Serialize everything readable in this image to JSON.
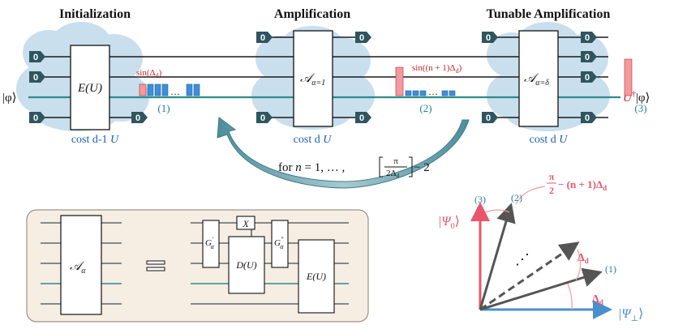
{
  "titles": {
    "init": "Initialization",
    "amp": "Amplification",
    "tunable": "Tunable Amplification"
  },
  "colors": {
    "wire": "#1a1a1a",
    "main_wire": "#2e8a8a",
    "cloud": "#c9dfee",
    "red_text": "#c0282e",
    "teal_text": "#2a7f8f",
    "blue_label": "#1f5fb0",
    "arrow_fill": "#5a9aa8",
    "red_vec": "#e8566a",
    "blue_vec": "#4a8fcf",
    "gray_vec": "#555555",
    "panel_bg": "#f6ede3"
  },
  "circuit": {
    "input_state": "|φ⟩",
    "output_state_dagger": "U",
    "output_state_sup": "†",
    "output_state_rest": "|φ⟩",
    "ancilla_label": "0",
    "blocks": {
      "init": "E(U)",
      "amp_main": "𝒜",
      "amp_sub": "α=1",
      "tun_main": "𝒜",
      "tun_sub": "α=δ"
    },
    "sin1": "sin(Δ",
    "sin1_sub": "d",
    "sin1_end": ")",
    "sin2": "sin((n + 1)Δ",
    "sin2_sub": "d",
    "sin2_end": ")",
    "ellipsis": "…",
    "markers": [
      "(1)",
      "(2)",
      "(3)"
    ],
    "costs": {
      "c1": "cost d-1 ",
      "c1_u": "U",
      "c2": "cost d ",
      "c2_u": "U",
      "c3": "cost d ",
      "c3_u": "U"
    },
    "loop_text_pre": "for ",
    "loop_n": "n",
    "loop_text_mid": " = 1, … , ",
    "loop_frac_num": "π",
    "loop_frac_den": "2Δ",
    "loop_frac_den_sub": "d",
    "loop_text_end": " − 2"
  },
  "decomposition": {
    "lhs_main": "𝒜",
    "lhs_sub": "α",
    "equiv": "≡",
    "g1_main": "G",
    "g1_sup": "′",
    "g1_sub": "α",
    "x_gate": "X",
    "g2_main": "G",
    "g2_sup": "″",
    "g2_sub": "α",
    "d_gate": "D(U)",
    "e_gate": "E(U)"
  },
  "vectors": {
    "psi0_main": "|Ψ",
    "psi0_sub": "0",
    "psi0_end": "⟩",
    "psiperp_main": "|Ψ",
    "psiperp_sub": "⊥",
    "psiperp_end": "⟩",
    "angle_top_pre": "π",
    "angle_top_den": "2",
    "angle_top_rest": " − (n + 1)Δ",
    "angle_top_sub": "d",
    "delta": "Δ",
    "delta_sub": "d",
    "dots": "⋰",
    "labels": [
      "(1)",
      "(2)",
      "(3)"
    ]
  }
}
